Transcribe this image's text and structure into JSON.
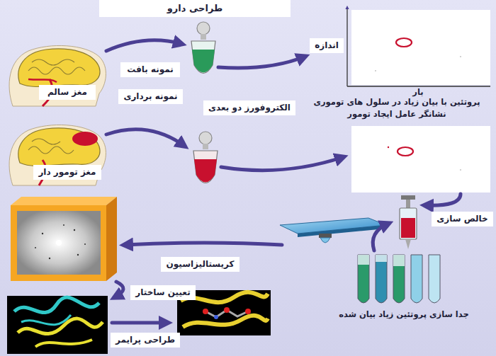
{
  "diagram": {
    "title": "طراحی دارو",
    "nodes": [
      {
        "text": [
          "مغز سالم"
        ]
      },
      {
        "text": [
          "نمونه بافت"
        ]
      },
      {
        "text": [
          "نمونه برداری"
        ]
      },
      {
        "text": [
          "اندازه"
        ]
      },
      {
        "text": [
          "الکتروفورز دو بعدی"
        ]
      },
      {
        "text": [
          "مغز تومور دار"
        ]
      },
      {
        "text": [
          "خالص سازی"
        ]
      },
      {
        "text": [
          "کریستالیزاسیون"
        ]
      },
      {
        "text": [
          "تعیین ساختار"
        ]
      },
      {
        "text": [
          "طراحی پرایمر"
        ]
      }
    ],
    "labels": [
      "بار",
      "پروتئین با بیان زیاد در سلول های توموری نشانگر عامل ایجاد تومور",
      "جدا سازی پروتئین زیاد بیان شده"
    ]
  }
}
